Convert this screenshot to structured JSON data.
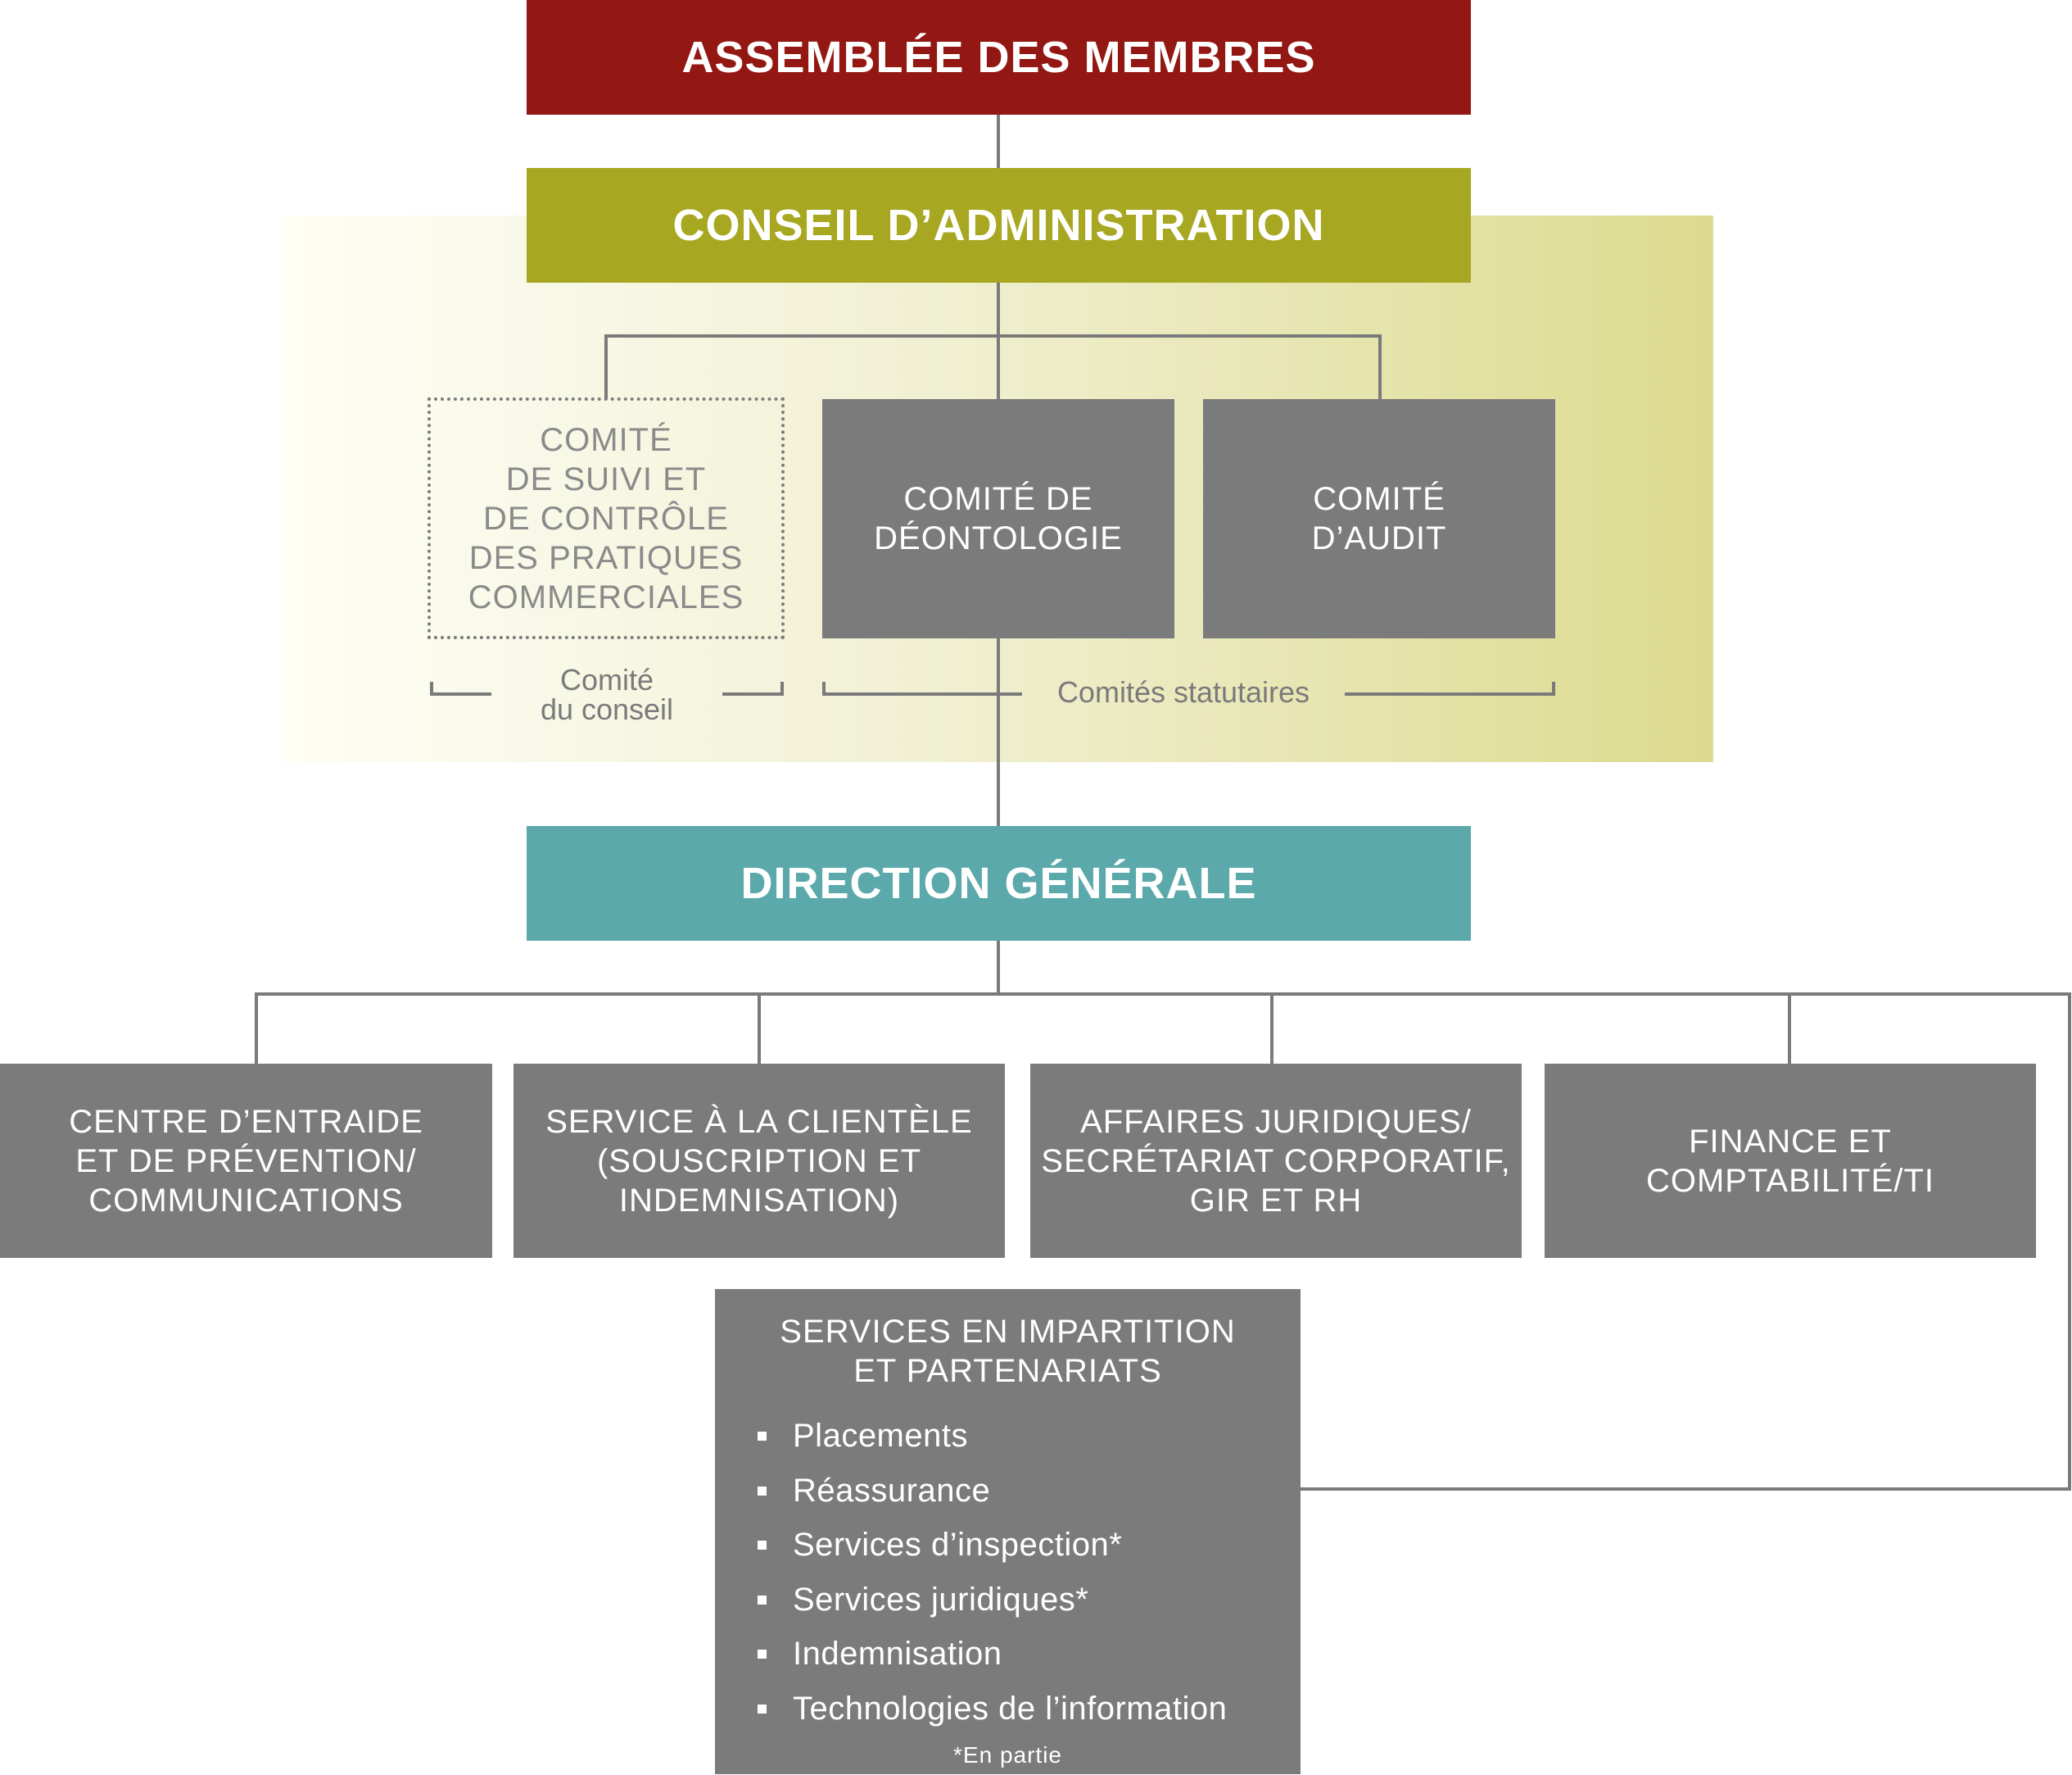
{
  "assemblee": "ASSEMBLÉE DES MEMBRES",
  "conseil": "CONSEIL D’ADMINISTRATION",
  "direction": "DIRECTION GÉNÉRALE",
  "committees": {
    "suivi": [
      "COMITÉ",
      "DE SUIVI ET",
      "DE CONTRÔLE",
      "DES PRATIQUES",
      "COMMERCIALES"
    ],
    "deontologie": [
      "COMITÉ DE",
      "DÉONTOLOGIE"
    ],
    "audit": [
      "COMITÉ",
      "D’AUDIT"
    ],
    "label_conseil": [
      "Comité",
      "du conseil"
    ],
    "label_statutaires": "Comités statutaires"
  },
  "departments": {
    "centre": [
      "CENTRE D’ENTRAIDE",
      "ET DE PRÉVENTION/",
      "COMMUNICATIONS"
    ],
    "service": [
      "SERVICE À LA CLIENTÈLE",
      "(SOUSCRIPTION ET",
      "INDEMNISATION)"
    ],
    "affaires": [
      "AFFAIRES JURIDIQUES/",
      "SECRÉTARIAT CORPORATIF,",
      "GIR ET RH"
    ],
    "finance": [
      "FINANCE ET",
      "COMPTABILITÉ/TI"
    ]
  },
  "impartition": {
    "title": [
      "SERVICES EN IMPARTITION",
      "ET PARTENARIATS"
    ],
    "items": [
      "Placements",
      "Réassurance",
      "Services d’inspection*",
      "Services juridiques*",
      "Indemnisation",
      "Technologies de l’information"
    ],
    "footnote": "*En partie"
  },
  "colors": {
    "assemblee": "#931813",
    "conseil": "#a7a722",
    "direction": "#5ba9ab",
    "gray_box": "#7b7b7b",
    "connector": "#7a7a7a",
    "band_gradient_start": "#fdfdf3",
    "band_gradient_end": "#dedc93"
  }
}
